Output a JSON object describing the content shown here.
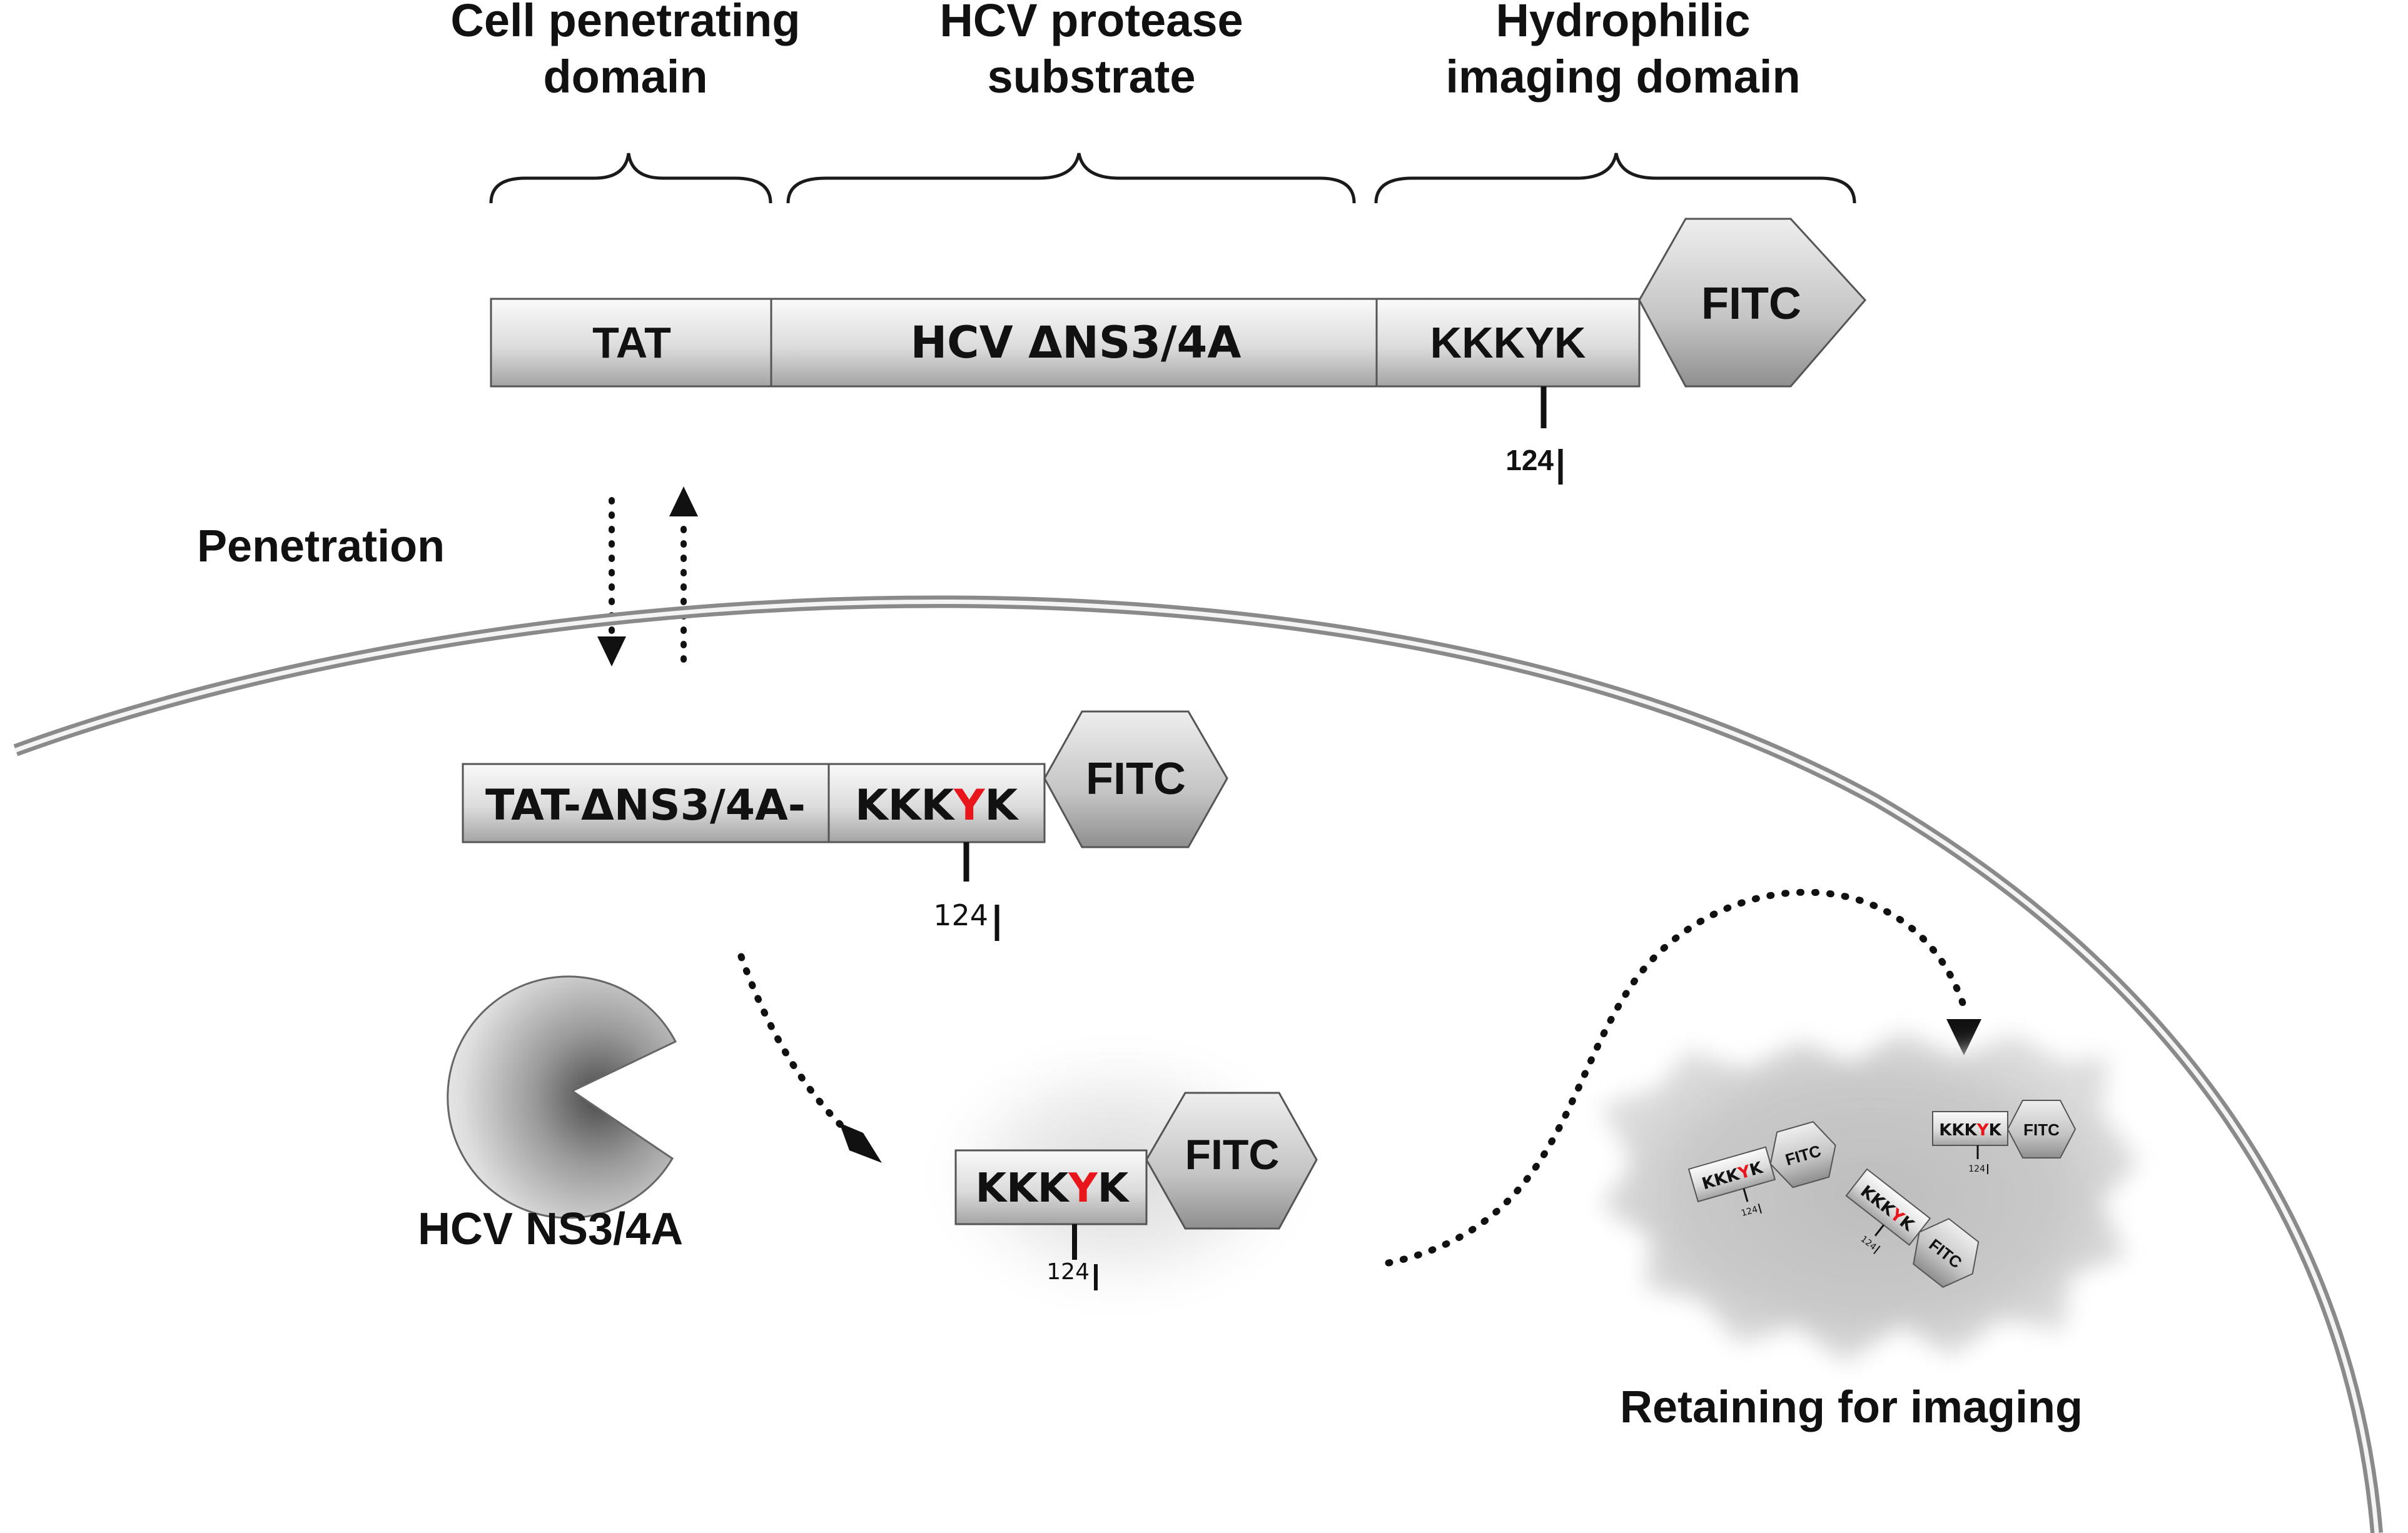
{
  "headers": {
    "cpd_line1": "Cell penetrating",
    "cpd_line2": "domain",
    "hcv_line1": "HCV protease",
    "hcv_line2": "substrate",
    "hyd_line1": "Hydrophilic",
    "hyd_line2": "imaging domain"
  },
  "top_construct": {
    "tat": "TAT",
    "ns": "HCV ΔNS3/4A",
    "kkkyk": "KKKYK",
    "fitc": "FITC",
    "site_label": "124"
  },
  "penetration_label": "Penetration",
  "mid_construct": {
    "prefix": "TAT-ΔNS3/4A-",
    "kkk": "KKK",
    "y": "Y",
    "k": "K",
    "fitc": "FITC",
    "site_label": "124"
  },
  "protease_label": "HCV NS3/4A",
  "cleaved": {
    "kkk": "KKK",
    "y": "Y",
    "k": "K",
    "fitc": "FITC",
    "site_label": "124"
  },
  "cluster": {
    "kkk": "KKK",
    "y": "Y",
    "k": "K",
    "fitc": "FITC",
    "site_label": "124"
  },
  "retaining_label": "Retaining for imaging",
  "colors": {
    "highlight": "#e8161b",
    "box_light": "#f4f4f4",
    "box_dark": "#a9a9a9",
    "text": "#111111"
  }
}
